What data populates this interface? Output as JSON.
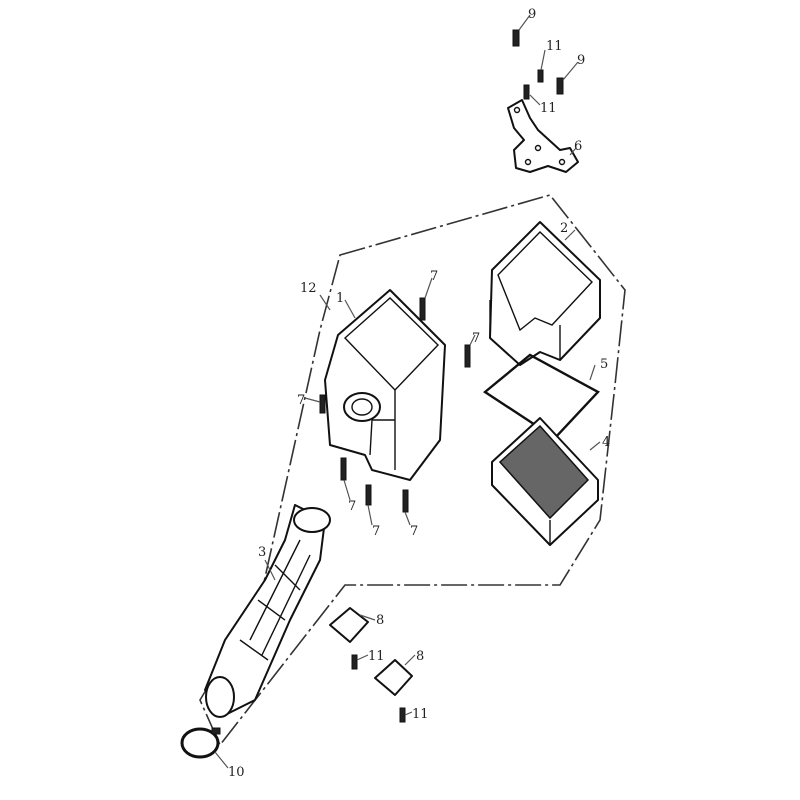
{
  "callouts": {
    "bolt_9_a": "9",
    "bolt_11_a": "11",
    "bolt_9_b": "9",
    "bolt_11_b": "11",
    "bracket_6": "6",
    "cover_2": "2",
    "assembly_12": "12",
    "housing_1": "1",
    "screw_7_a": "7",
    "screw_7_b": "7",
    "screw_7_c": "7",
    "screw_7_d": "7",
    "screw_7_e": "7",
    "screw_7_f": "7",
    "gasket_5": "5",
    "filter_4": "4",
    "duct_3": "3",
    "clip_8_a": "8",
    "clip_8_b": "8",
    "screw_11_c": "11",
    "screw_11_d": "11",
    "clamp_10": "10"
  }
}
